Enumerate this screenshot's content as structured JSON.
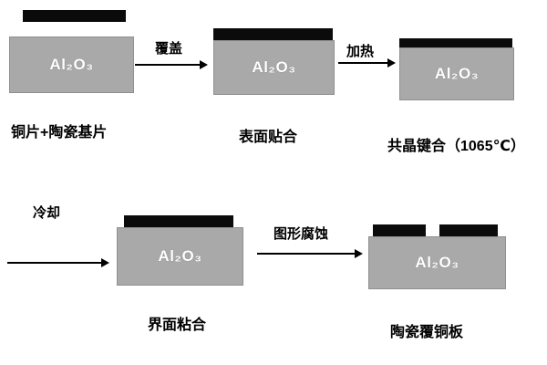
{
  "diagram": {
    "title": "ceramic-copper-bonding-process",
    "material_label": "Al₂O₃",
    "captions": {
      "step1": "铜片+陶瓷基片",
      "step2": "表面贴合",
      "step3": "共晶键合（1065℃）",
      "step4": "界面粘合",
      "step5": "陶瓷覆铜板"
    },
    "arrow_labels": {
      "cover": "覆盖",
      "heat": "加热",
      "cool": "冷却",
      "etch": "图形腐蚀"
    },
    "colors": {
      "ceramic_gray": "#a9a9a9",
      "copper_black": "#0b0b0b",
      "background": "#ffffff",
      "text": "#000000"
    }
  }
}
